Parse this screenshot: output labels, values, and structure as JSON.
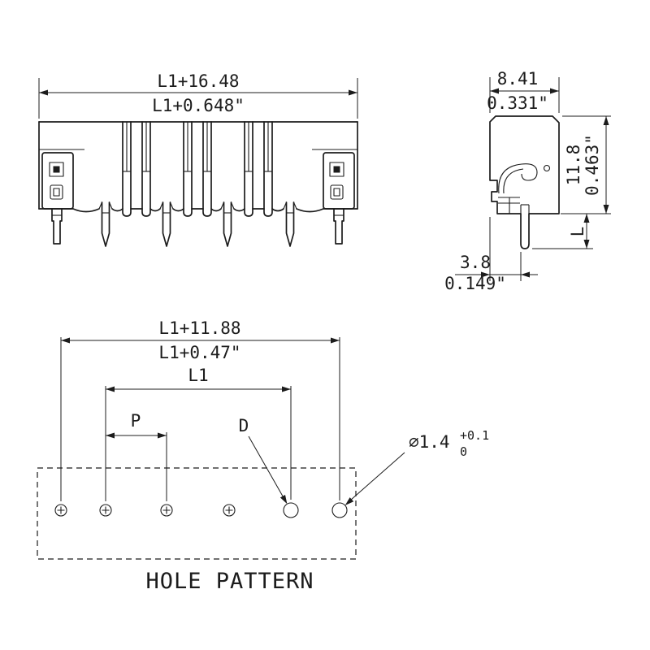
{
  "colors": {
    "ink": "#1c1c1c",
    "background": "#ffffff"
  },
  "front_view": {
    "width_mm": "L1+16.48",
    "width_inch": "L1+0.648\""
  },
  "side_view": {
    "width_mm": "8.41",
    "width_inch": "0.331\"",
    "height_mm": "11.8",
    "height_inch": "0.463\"",
    "pin_offset_mm": "3.8",
    "pin_offset_inch": "0.149\"",
    "pin_length_label": "L"
  },
  "hole_pattern": {
    "title": "HOLE PATTERN",
    "overall_mm": "L1+11.88",
    "overall_inch": "L1+0.47\"",
    "span_label": "L1",
    "pitch_label": "P",
    "diameter_label": "D",
    "drill_diameter": "⌀1.4",
    "drill_tol_upper": "+0.1",
    "drill_tol_lower": "0"
  }
}
